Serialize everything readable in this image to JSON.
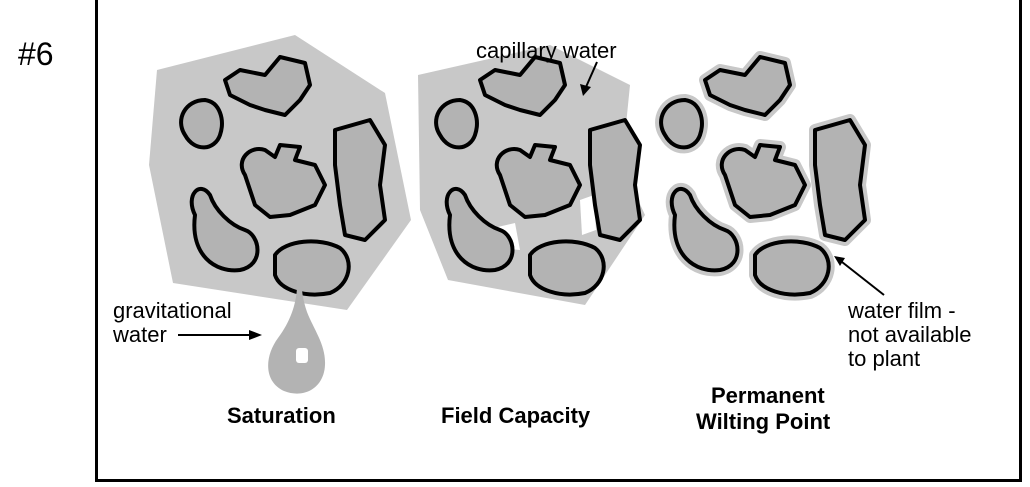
{
  "slide_number": "#6",
  "colors": {
    "particle": "#b3b3b3",
    "film": "#c8c8c8",
    "outline": "#000000",
    "background": "#ffffff"
  },
  "labels": {
    "capillary": "capillary water",
    "gravitational_line1": "gravitational",
    "gravitational_line2": "water",
    "film_line1": "water film -",
    "film_line2": "not available",
    "film_line3": "to plant"
  },
  "stages": {
    "saturation": "Saturation",
    "field_capacity": "Field Capacity",
    "pwp_line1": "Permanent",
    "pwp_line2": "Wilting Point"
  }
}
